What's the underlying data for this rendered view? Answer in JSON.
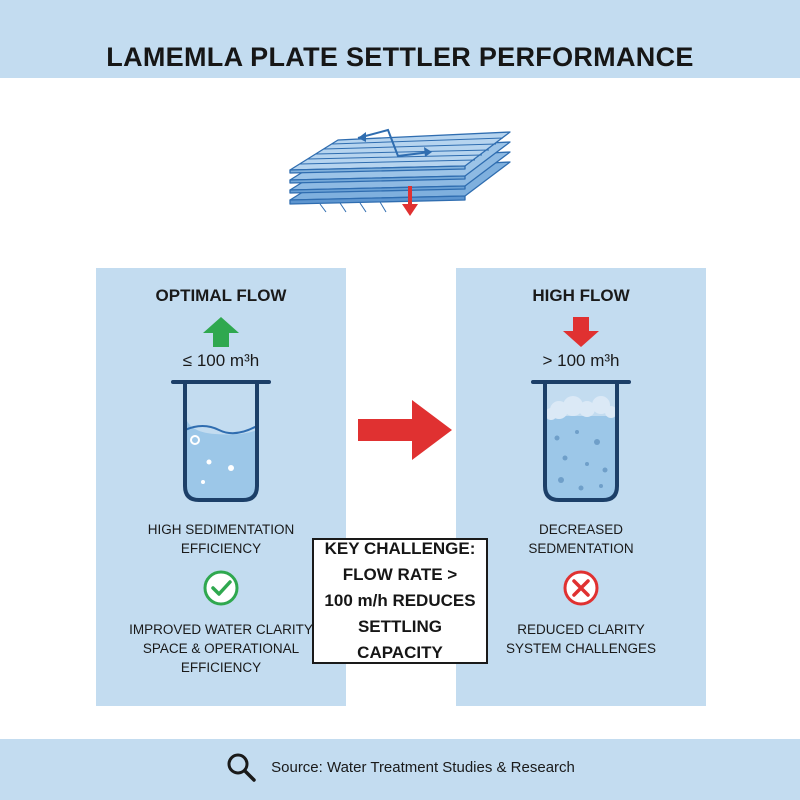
{
  "title": "LAMEMLA PLATE SETTLER PERFORMANCE",
  "footer": {
    "source": "Source: Water Treatment Studies & Research",
    "icon": "magnifier-icon"
  },
  "colors": {
    "band": "#c3dcf0",
    "up_arrow": "#2fa84f",
    "down_arrow": "#e03131",
    "check": "#2fa84f",
    "cross": "#e03131",
    "water": "#9cc7e8"
  },
  "panels": {
    "left": {
      "title": "OPTIMAL FLOW",
      "arrow": "up-arrow-icon",
      "rate": "≤ 100 m³h",
      "efficiency": [
        "HIGH SEDIMENTATION",
        "EFFICIENCY"
      ],
      "status": "checkmark-icon",
      "notes": [
        "IMPROVED WATER CLARITY",
        "SPACE & OPERATIONAL",
        "EFFICIENCY"
      ]
    },
    "right": {
      "title": "HIGH FLOW",
      "arrow": "down-arrow-icon",
      "rate": "> 100 m³h",
      "efficiency": [
        "DECREASED",
        "SEDMENTATION"
      ],
      "status": "cross-icon",
      "notes": [
        "REDUCED CLARITY",
        "SYSTEM CHALLENGES"
      ]
    }
  },
  "callout": {
    "lines": [
      "KEY CHALLENGE:",
      "FLOW RATE >",
      "100 m/h REDUCES",
      "SETTLING CAPACITY"
    ]
  }
}
